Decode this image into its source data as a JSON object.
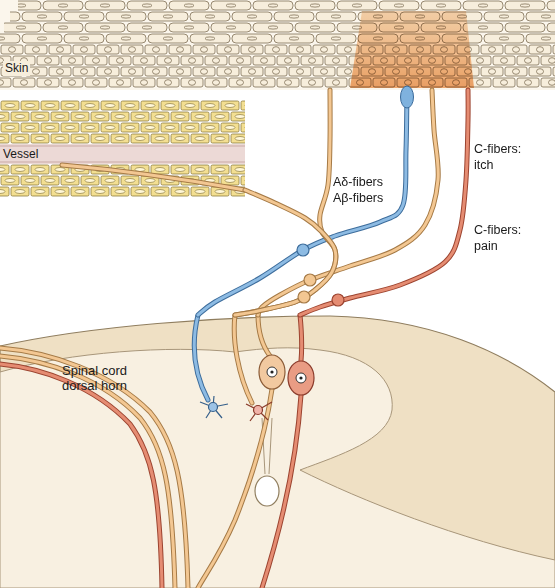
{
  "diagram": {
    "nodes": [
      {
        "text": [
          "Skin"
        ]
      },
      {
        "text": [
          "Vessel"
        ]
      },
      {
        "text": [
          "Spinal cord dorsal horn"
        ]
      }
    ],
    "edges": [
      {
        "from": 0,
        "to": 2,
        "arrow": "none",
        "label": "Aδ-fibers Aβ-fibers"
      },
      {
        "from": 0,
        "to": 2,
        "arrow": "none",
        "label": "C-fibers: itch"
      },
      {
        "from": 0,
        "to": 2,
        "arrow": "none",
        "label": "C-fibers: pain"
      },
      {
        "from": 0,
        "to": 2,
        "arrow": "none"
      },
      {
        "from": 1,
        "to": 2,
        "arrow": "none"
      }
    ]
  }
}
